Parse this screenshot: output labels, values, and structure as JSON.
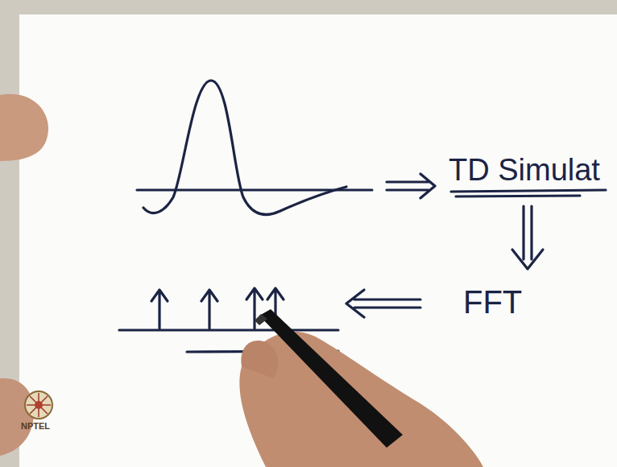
{
  "diagram": {
    "labels": [
      "TD Simulat",
      "FFT",
      "NPTEL"
    ]
  }
}
